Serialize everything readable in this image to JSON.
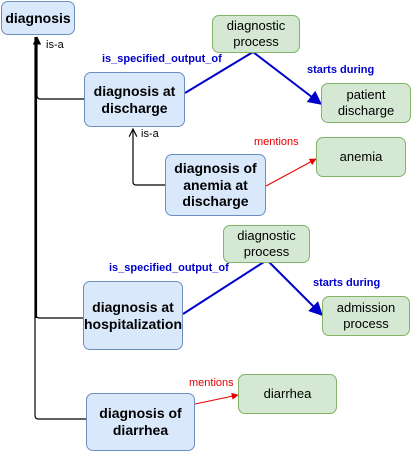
{
  "nodes": {
    "diagnosis": "diagnosis",
    "diag_discharge": "diagnosis at discharge",
    "diag_anemia": "diagnosis of anemia at discharge",
    "diag_hosp": "diagnosis at hospitalization",
    "diag_diarrhea": "diagnosis of diarrhea",
    "process1": "diagnostic process",
    "patient_discharge": "patient discharge",
    "anemia": "anemia",
    "process2": "diagnostic process",
    "admission_process": "admission process",
    "diarrhea": "diarrhea"
  },
  "edges": {
    "isa1": "is-a",
    "isa2": "is-a",
    "output1": "is_specified_output_of",
    "output2": "is_specified_output_of",
    "starts1": "starts during",
    "starts2": "starts during",
    "mentions1": "mentions",
    "mentions2": "mentions"
  },
  "colors": {
    "class_fill": "#dae8fc",
    "class_border": "#6c8ebf",
    "object_fill": "#d5e8d4",
    "object_border": "#82b366",
    "relation_blue": "#0000cc",
    "mentions_red": "#e60000"
  }
}
